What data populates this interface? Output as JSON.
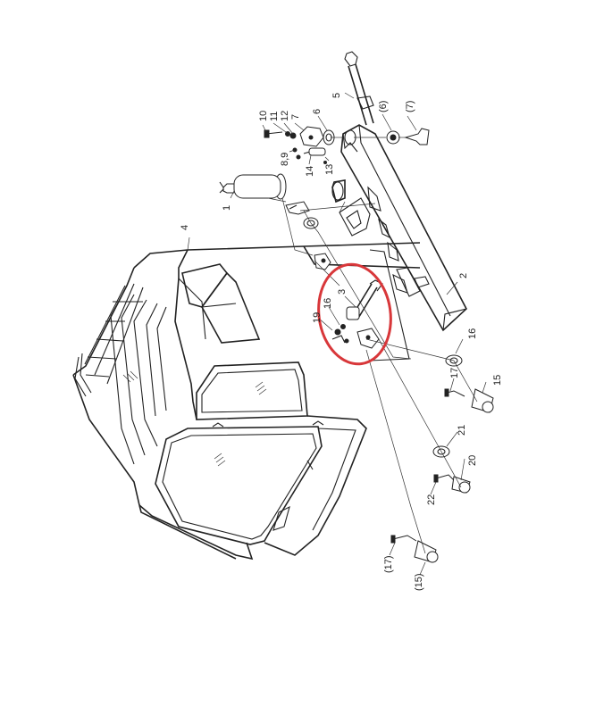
{
  "diagram": {
    "highlight_color": "#d8373a",
    "callouts": {
      "c1": "1",
      "c2": "2",
      "c3": "3",
      "c4": "4",
      "c5": "5",
      "c6": "6",
      "c6p": "(6)",
      "c7": "7",
      "c7p": "(7)",
      "c89": "8,9",
      "c10": "10",
      "c11": "11",
      "c12": "12",
      "c13": "13",
      "c14": "14",
      "c15": "15",
      "c15p": "(15)",
      "c16a": "16",
      "c16b": "16",
      "c17": "17",
      "c17p": "(17)",
      "c19": "19",
      "c20": "20",
      "c21": "21",
      "c22": "22"
    }
  }
}
